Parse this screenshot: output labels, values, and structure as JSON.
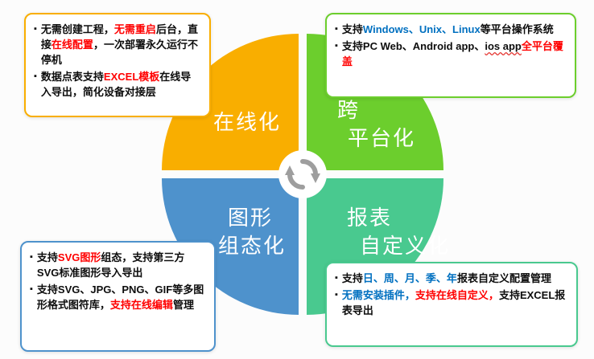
{
  "ui": {
    "bullet_marker": "▪"
  },
  "colors": {
    "online": "#F9AE00",
    "cross_platform": "#6CCE2D",
    "graphic": "#4E92CC",
    "report": "#49C98F",
    "accent_red": "#FF0000",
    "accent_blue": "#0070C0"
  },
  "quadrants": {
    "online": {
      "lines": [
        "在线化"
      ],
      "color": "#F9AE00"
    },
    "cross_platform": {
      "lines": [
        "跨",
        "平台化"
      ],
      "color": "#6CCE2D"
    },
    "graphic": {
      "lines": [
        "图形",
        "组态化"
      ],
      "color": "#4E92CC"
    },
    "report": {
      "lines": [
        "报表",
        "自定义化"
      ],
      "color": "#49C98F"
    }
  },
  "callouts": {
    "online": {
      "bullets": [
        {
          "segments": [
            {
              "text": "无需创建工程，"
            },
            {
              "text": "无需重启",
              "style": "red"
            },
            {
              "text": "后台，直接"
            },
            {
              "text": "在线配置",
              "style": "red"
            },
            {
              "text": "，一次部署永久运行不停机"
            }
          ]
        },
        {
          "segments": [
            {
              "text": "数据点表支持"
            },
            {
              "text": "EXCEL模板",
              "style": "red"
            },
            {
              "text": "在线导入导出，简化设备对接层"
            }
          ]
        }
      ]
    },
    "cross_platform": {
      "bullets": [
        {
          "segments": [
            {
              "text": "支持"
            },
            {
              "text": "Windows、Unix、Linux",
              "style": "blue"
            },
            {
              "text": "等平台操作系统"
            }
          ]
        },
        {
          "segments": [
            {
              "text": "支持PC Web、Android app、"
            },
            {
              "text": "ios app",
              "style": "underline"
            },
            {
              "text": "全平台覆盖",
              "style": "red"
            }
          ]
        }
      ]
    },
    "graphic": {
      "bullets": [
        {
          "segments": [
            {
              "text": "支持"
            },
            {
              "text": "SVG图形",
              "style": "red"
            },
            {
              "text": "组态，支持第三方SVG标准图形导入导出"
            }
          ]
        },
        {
          "segments": [
            {
              "text": "支持SVG、JPG、PNG、GIF等多图形格式图符库，"
            },
            {
              "text": "支持在线编辑",
              "style": "red"
            },
            {
              "text": "管理"
            }
          ]
        }
      ]
    },
    "report": {
      "bullets": [
        {
          "segments": [
            {
              "text": "支持"
            },
            {
              "text": "日、周、月、季、年",
              "style": "blue"
            },
            {
              "text": "报表自定义配置管理"
            }
          ]
        },
        {
          "segments": [
            {
              "text": "无需安装插件，",
              "style": "blue"
            },
            {
              "text": "支持在线自定义，",
              "style": "red"
            },
            {
              "text": "支持EXCEL报表导出"
            }
          ]
        }
      ]
    }
  }
}
